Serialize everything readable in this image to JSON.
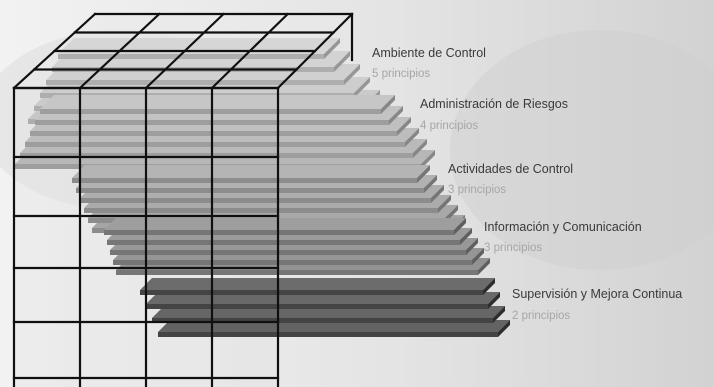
{
  "components": [
    {
      "name": "Ambiente de Control",
      "principles": "5 principios",
      "fill": "#c4c4c4"
    },
    {
      "name": "Administración de Riesgos",
      "principles": "4 principios",
      "fill": "#b4b4b4"
    },
    {
      "name": "Actividades de Control",
      "principles": "3 principios",
      "fill": "#a2a2a2"
    },
    {
      "name": "Información y Comunicación",
      "principles": "3 principios",
      "fill": "#8c8c8c"
    },
    {
      "name": "Supervisión y Mejora Continua",
      "principles": "2 principios",
      "fill": "#5a5a5a"
    }
  ],
  "colors": {
    "grid_lines": "#101010",
    "label_text": "#3a3a3a",
    "principle_text": "#a6a6a6"
  }
}
